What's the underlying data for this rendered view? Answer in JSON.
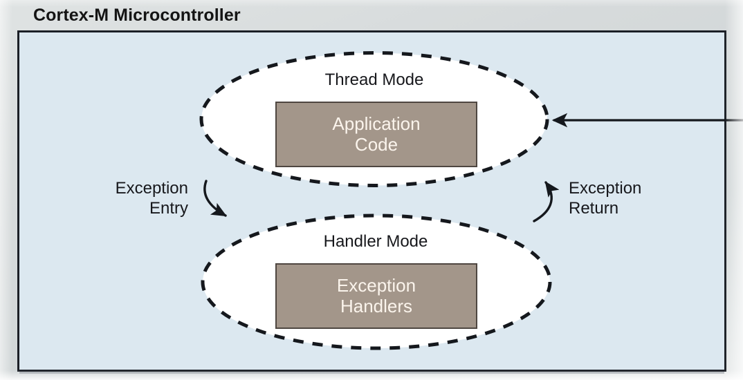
{
  "diagram": {
    "title": "Cortex-M Microcontroller",
    "panel": {
      "background_color": "#dce8f0",
      "border_color": "#1b1f26"
    },
    "page_background_color": "#d8dcdc",
    "modes": [
      {
        "id": "thread-mode",
        "label": "Thread Mode",
        "shape": "dashed-ellipse",
        "fill_color": "#ffffff",
        "box": {
          "id": "application-code",
          "line1": "Application",
          "line2": "Code",
          "fill_color": "#a3968a",
          "text_color": "#fbf4ec",
          "border_color": "#4e4640"
        }
      },
      {
        "id": "handler-mode",
        "label": "Handler Mode",
        "shape": "dashed-ellipse",
        "fill_color": "#ffffff",
        "box": {
          "id": "exception-handlers",
          "line1": "Exception",
          "line2": "Handlers",
          "fill_color": "#a3968a",
          "text_color": "#fbf4ec",
          "border_color": "#4e4640"
        }
      }
    ],
    "transitions": [
      {
        "id": "exception-entry",
        "line1": "Exception",
        "line2": "Entry",
        "direction": "thread-to-handler",
        "arrow_style": "curved-down-right"
      },
      {
        "id": "exception-return",
        "line1": "Exception",
        "line2": "Return",
        "direction": "handler-to-thread",
        "arrow_style": "curved-up-left"
      },
      {
        "id": "external-entry",
        "label": "",
        "direction": "external-to-thread",
        "arrow_style": "straight-left"
      }
    ]
  }
}
